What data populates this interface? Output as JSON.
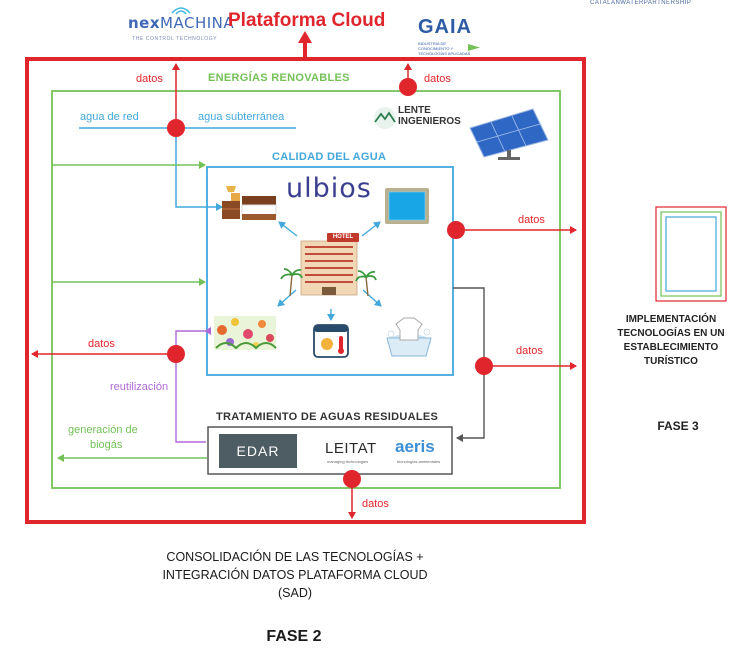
{
  "logos": {
    "nexmachina": {
      "name": "nexMACHINA",
      "prefix": "nex",
      "suffix": "MACHINA",
      "tagline": "THE CONTROL TECHNOLOGY"
    },
    "gaia": {
      "name": "GAIA",
      "tagline": "INDUSTRIA DE CONOCIMIENTO Y TECNOLOGÍAS APLICADAS"
    },
    "lente": {
      "line1": "LENTE",
      "line2": "INGENIEROS"
    },
    "ulbios": "ulbios",
    "hotel_sign": "HOTEL",
    "edar": "EDAR",
    "leitat": {
      "name": "LEITAT",
      "tagline": "managing technologies"
    },
    "aeris": {
      "name": "aeris",
      "tagline": "tecnologías ambientales"
    },
    "cwp": "CATALANWATERPARTNERSHIP"
  },
  "diagram": {
    "cloud_title": "Plataforma Cloud",
    "sections": {
      "energias": "ENERGÍAS RENOVABLES",
      "calidad": "CALIDAD DEL AGUA",
      "tratamiento": "TRATAMIENTO DE AGUAS RESIDUALES"
    },
    "labels": {
      "datos": "datos",
      "agua_red": "agua de red",
      "agua_subterranea": "agua subterránea",
      "reutilizacion": "reutilización",
      "generacion_1": "generación de",
      "generacion_2": "biogás"
    }
  },
  "captions": {
    "fase2_line1": "CONSOLIDACIÓN DE LAS TECNOLOGÍAS +",
    "fase2_line2": "INTEGRACIÓN DATOS PLATAFORMA CLOUD",
    "fase2_line3": "(SAD)",
    "fase2": "FASE 2",
    "fase3_line1": "IMPLEMENTACIÓN",
    "fase3_line2": "TECNOLOGÍAS EN UN",
    "fase3_line3": "ESTABLECIMIENTO",
    "fase3_line4": "TURÍSTICO",
    "fase3": "FASE 3"
  },
  "colors": {
    "red": "#e0262c",
    "green": "#74c158",
    "blue": "#42a8dc",
    "purple": "#b06ad6",
    "dark": "#4d5d63"
  }
}
